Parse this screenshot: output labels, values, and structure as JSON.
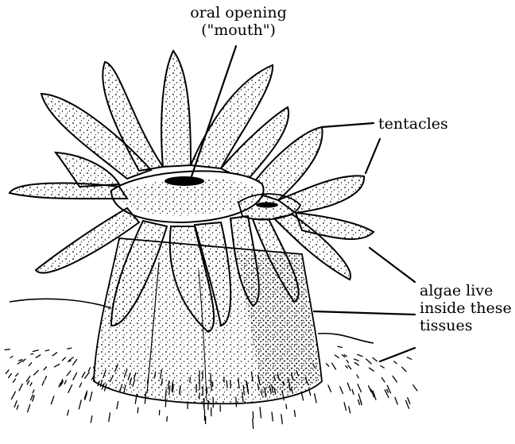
{
  "diagram": {
    "labels": {
      "oral_opening_line1": "oral opening",
      "oral_opening_line2": "(\"mouth\")",
      "tentacles": "tentacles",
      "algae_line1": "algae live",
      "algae_line2": "inside these",
      "algae_line3": "tissues"
    },
    "colors": {
      "ink": "#000000",
      "background": "#ffffff"
    }
  }
}
